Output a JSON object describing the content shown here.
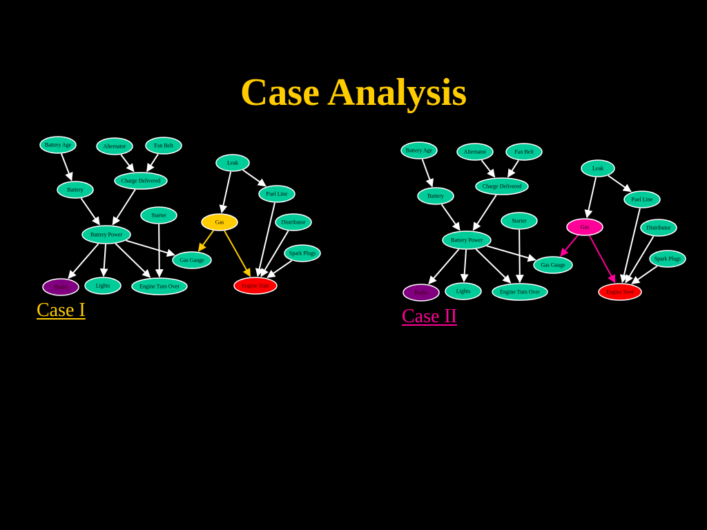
{
  "slide": {
    "title": "Case Analysis",
    "title_color": "#FFCC00",
    "background_color": "#000000"
  },
  "colors": {
    "node_default": "#00CC99",
    "node_stroke": "#FFFFFF",
    "edge_default": "#FFFFFF",
    "radio": "#800080",
    "engine_start": "#FF0000",
    "label_dark": "#000000",
    "label_on_dark_fill": "#3a0000"
  },
  "cases": [
    {
      "label": "Case I",
      "accent_color": "#FFCC00",
      "highlighted_node": "gas",
      "highlighted_edges": [
        [
          "gas",
          "gas_gauge"
        ],
        [
          "gas",
          "engine_start"
        ]
      ]
    },
    {
      "label": "Case II",
      "accent_color": "#FF0099",
      "highlighted_node": "gas",
      "highlighted_edges": [
        [
          "gas",
          "gas_gauge"
        ],
        [
          "gas",
          "engine_start"
        ]
      ]
    }
  ],
  "network": {
    "nodes": [
      {
        "id": "battery_age",
        "label": "Battery Age"
      },
      {
        "id": "alternator",
        "label": "Alternator"
      },
      {
        "id": "fan_belt",
        "label": "Fan Belt"
      },
      {
        "id": "charge_delivered",
        "label": "Charge Delivered"
      },
      {
        "id": "battery",
        "label": "Battery"
      },
      {
        "id": "leak",
        "label": "Leak"
      },
      {
        "id": "fuel_line",
        "label": "Fuel Line"
      },
      {
        "id": "starter",
        "label": "Starter"
      },
      {
        "id": "gas",
        "label": "Gas"
      },
      {
        "id": "distributor",
        "label": "Distributor"
      },
      {
        "id": "battery_power",
        "label": "Battery Power"
      },
      {
        "id": "spark_plugs",
        "label": "Spark Plugs"
      },
      {
        "id": "gas_gauge",
        "label": "Gas Gauge"
      },
      {
        "id": "radio",
        "label": "Radio",
        "fill": "radio"
      },
      {
        "id": "lights",
        "label": "Lights"
      },
      {
        "id": "engine_turn_over",
        "label": "Engine Turn Over"
      },
      {
        "id": "engine_start",
        "label": "Engine Start",
        "fill": "engine_start"
      }
    ],
    "edges": [
      [
        "battery_age",
        "battery"
      ],
      [
        "alternator",
        "charge_delivered"
      ],
      [
        "fan_belt",
        "charge_delivered"
      ],
      [
        "battery",
        "battery_power"
      ],
      [
        "charge_delivered",
        "battery_power"
      ],
      [
        "leak",
        "gas"
      ],
      [
        "leak",
        "fuel_line"
      ],
      [
        "starter",
        "engine_turn_over"
      ],
      [
        "battery_power",
        "radio"
      ],
      [
        "battery_power",
        "lights"
      ],
      [
        "battery_power",
        "engine_turn_over"
      ],
      [
        "battery_power",
        "gas_gauge"
      ],
      [
        "gas",
        "gas_gauge"
      ],
      [
        "gas",
        "engine_start"
      ],
      [
        "fuel_line",
        "engine_start"
      ],
      [
        "distributor",
        "engine_start"
      ],
      [
        "spark_plugs",
        "engine_start"
      ]
    ]
  }
}
